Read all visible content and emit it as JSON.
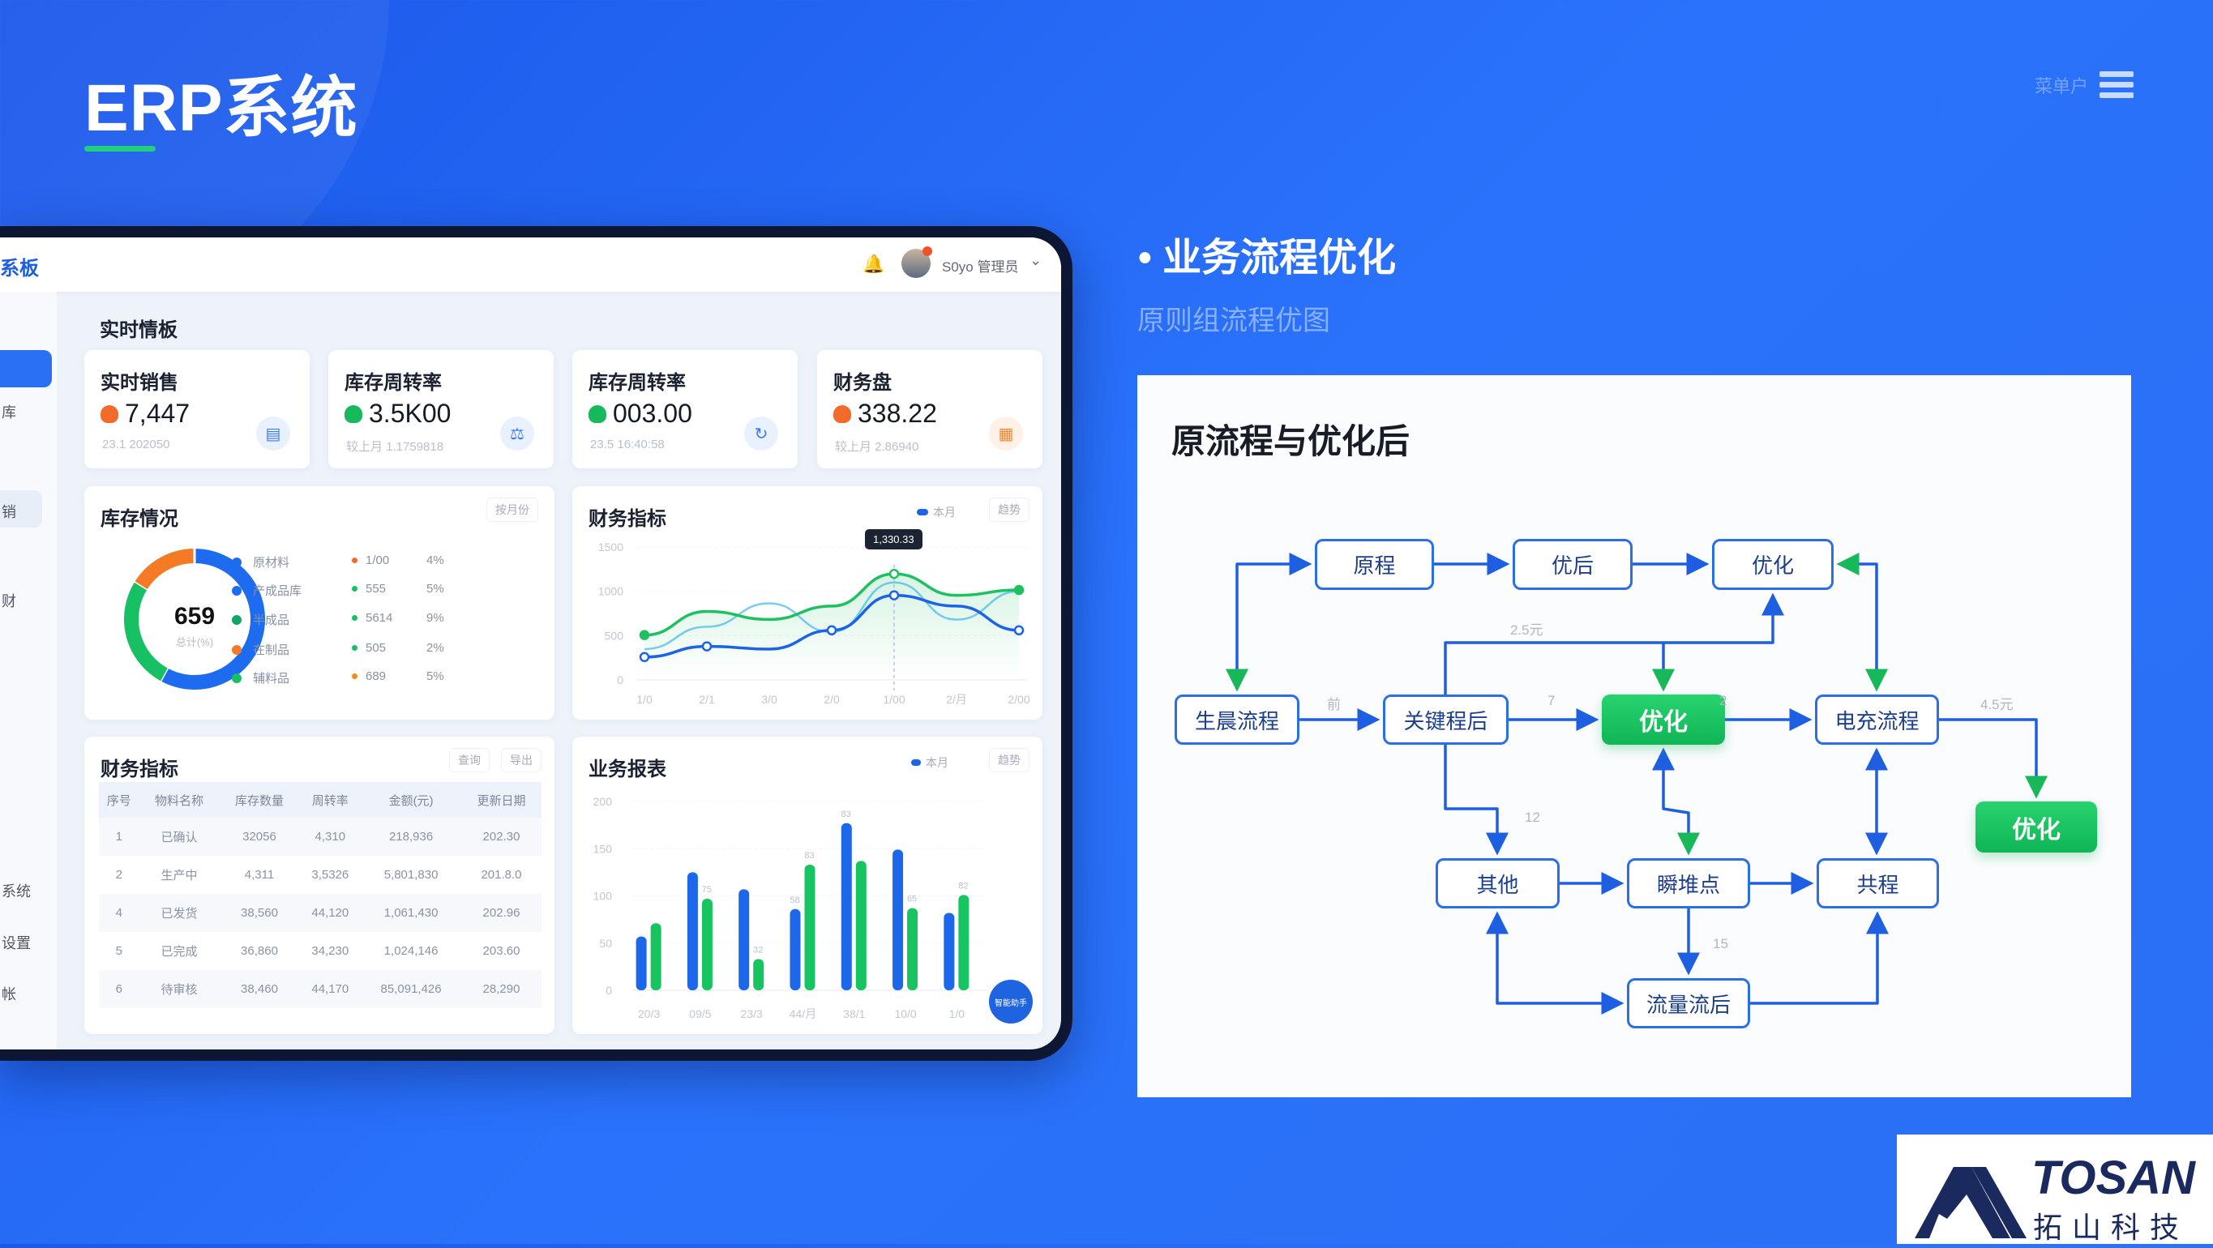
{
  "slide": {
    "title": "ERP系统",
    "menu_text": "菜单户",
    "accent": "#22d07a",
    "bg": "#2a6ff5"
  },
  "dashboard": {
    "header_title": "系板",
    "user": "S0yo 管理员",
    "icons": [
      "bell-icon",
      "avatar",
      "chevron-down-icon"
    ],
    "sidebar_labels": [
      "库",
      "销",
      "财",
      "系统",
      "设置",
      "帐"
    ],
    "section_title": "实时情板",
    "kpis": [
      {
        "name": "实时销售",
        "value": "7,447",
        "sub": "23.1 202050",
        "color": "#f26b2b",
        "icon": "database-icon"
      },
      {
        "name": "库存周转率",
        "value": "3.5K00",
        "sub": "较上月 1.1759818",
        "color": "#18b85c",
        "icon": "scale-icon"
      },
      {
        "name": "库存周转率",
        "value": "003.00",
        "sub": "23.5 16:40:58",
        "color": "#18b85c",
        "icon": "refresh-icon"
      },
      {
        "name": "财务盘",
        "value": "338.22",
        "sub": "较上月 2.86940",
        "color": "#f26b2b",
        "icon": "calendar-icon"
      }
    ],
    "inventory": {
      "title": "库存情况",
      "button": "按月份",
      "center_value": "659",
      "center_sub": "总计(%)",
      "segments": [
        {
          "color": "#1d6cf0",
          "value": 58
        },
        {
          "color": "#16c063",
          "value": 26
        },
        {
          "color": "#f47a25",
          "value": 16
        }
      ],
      "legend": [
        {
          "name": "原材料",
          "color": "#1d6cf0",
          "value": "1/00",
          "value_color": "#f26b2b",
          "pct": "4%"
        },
        {
          "name": "产成品库",
          "color": "#1d6cf0",
          "value": "555",
          "value_color": "#16c063",
          "pct": "5%"
        },
        {
          "name": "半成品",
          "color": "#13a562",
          "value": "5614",
          "value_color": "#16c063",
          "pct": "9%"
        },
        {
          "name": "在制品",
          "color": "#f47a25",
          "value": "505",
          "value_color": "#16c063",
          "pct": "2%"
        },
        {
          "name": "辅料品",
          "color": "#16c063",
          "value": "689",
          "value_color": "#f08a1a",
          "pct": "5%"
        }
      ]
    },
    "finance_line": {
      "title": "财务指标",
      "legend": "本月",
      "button": "趋势",
      "tooltip": "1,330.33",
      "chart_data": {
        "type": "line",
        "x": [
          "1/0",
          "2/1",
          "3/0",
          "2/0",
          "1/00",
          "2/月",
          "2/00"
        ],
        "yticks": [
          0,
          500,
          1000,
          1500
        ],
        "ylim": [
          0,
          1500
        ],
        "highlight_index": 4,
        "series": [
          {
            "color": "#1d63e6",
            "values": [
              258,
              379,
              348,
              560,
              955,
              833,
              560
            ]
          },
          {
            "color": "#1ec062",
            "values": [
              506,
              773,
              682,
              833,
              1197,
              955,
              1015
            ]
          },
          {
            "color": "#3fb8e8",
            "values": [
              348,
              600,
              864,
              540,
              1100,
              680,
              1000
            ]
          }
        ]
      }
    },
    "finance_table": {
      "title": "财务指标",
      "buttons": [
        "查询",
        "导出"
      ],
      "headers": [
        "序号",
        "物料名称",
        "库存数量",
        "周转率",
        "金额(元)",
        "更新日期"
      ],
      "rows": [
        [
          "1",
          "已确认",
          "32056",
          "4,310",
          "218,936",
          "202.30"
        ],
        [
          "2",
          "生产中",
          "4,311",
          "3,5326",
          "5,801,830",
          "201.8.0"
        ],
        [
          "4",
          "已发货",
          "38,560",
          "44,120",
          "1,061,430",
          "202.96"
        ],
        [
          "5",
          "已完成",
          "36,860",
          "34,230",
          "1,024,146",
          "203.60"
        ],
        [
          "6",
          "待审核",
          "38,460",
          "44,170",
          "85,091,426",
          "28,290"
        ]
      ]
    },
    "business_bar": {
      "title": "业务报表",
      "legend": "本月",
      "button": "趋势",
      "fab": "智能助手",
      "chart_data": {
        "type": "bar",
        "categories": [
          "20/3",
          "09/5",
          "23/3",
          "44/月",
          "38/1",
          "10/0",
          "1/0"
        ],
        "yticks": [
          0,
          50,
          100,
          150,
          200
        ],
        "ylim": [
          0,
          200
        ],
        "series": [
          {
            "color": "#1d67ea",
            "values": [
              57,
              125,
              107,
              86,
              177,
              149,
              82
            ],
            "labels": [
              null,
              null,
              null,
              "58",
              "83",
              null,
              null
            ]
          },
          {
            "color": "#17c45f",
            "values": [
              71,
              97,
              33,
              133,
              137,
              87,
              101
            ],
            "labels": [
              null,
              "75",
              "32",
              "83",
              null,
              "65",
              "82"
            ]
          }
        ]
      }
    }
  },
  "flow": {
    "section_title": "业务流程优化",
    "section_subtitle": "原则组流程优图",
    "panel_title": "原流程与优化后",
    "nodes": [
      {
        "id": "n1",
        "label": "原程",
        "type": "normal"
      },
      {
        "id": "n2",
        "label": "优后",
        "type": "normal"
      },
      {
        "id": "n3",
        "label": "优化",
        "type": "normal"
      },
      {
        "id": "n4",
        "label": "生晨流程",
        "type": "normal"
      },
      {
        "id": "n5",
        "label": "关键程后",
        "type": "normal"
      },
      {
        "id": "n6",
        "label": "优化",
        "type": "highlight"
      },
      {
        "id": "n7",
        "label": "电充流程",
        "type": "normal"
      },
      {
        "id": "n8",
        "label": "优化",
        "type": "highlight"
      },
      {
        "id": "n9",
        "label": "其他",
        "type": "normal"
      },
      {
        "id": "n10",
        "label": "瞬堆点",
        "type": "normal"
      },
      {
        "id": "n11",
        "label": "共程",
        "type": "normal"
      },
      {
        "id": "n12",
        "label": "流量流后",
        "type": "normal"
      }
    ],
    "edge_labels": [
      "前",
      "7",
      "2",
      "4.5元",
      "2.5元",
      "12",
      "15"
    ],
    "colors": {
      "edge": "#1d5fe0",
      "edge_alt": "#16b85a",
      "highlight": "#1ec165"
    }
  },
  "logo": {
    "text": "TOSAN",
    "sub": "拓山科技",
    "color": "#1a2a5e"
  }
}
